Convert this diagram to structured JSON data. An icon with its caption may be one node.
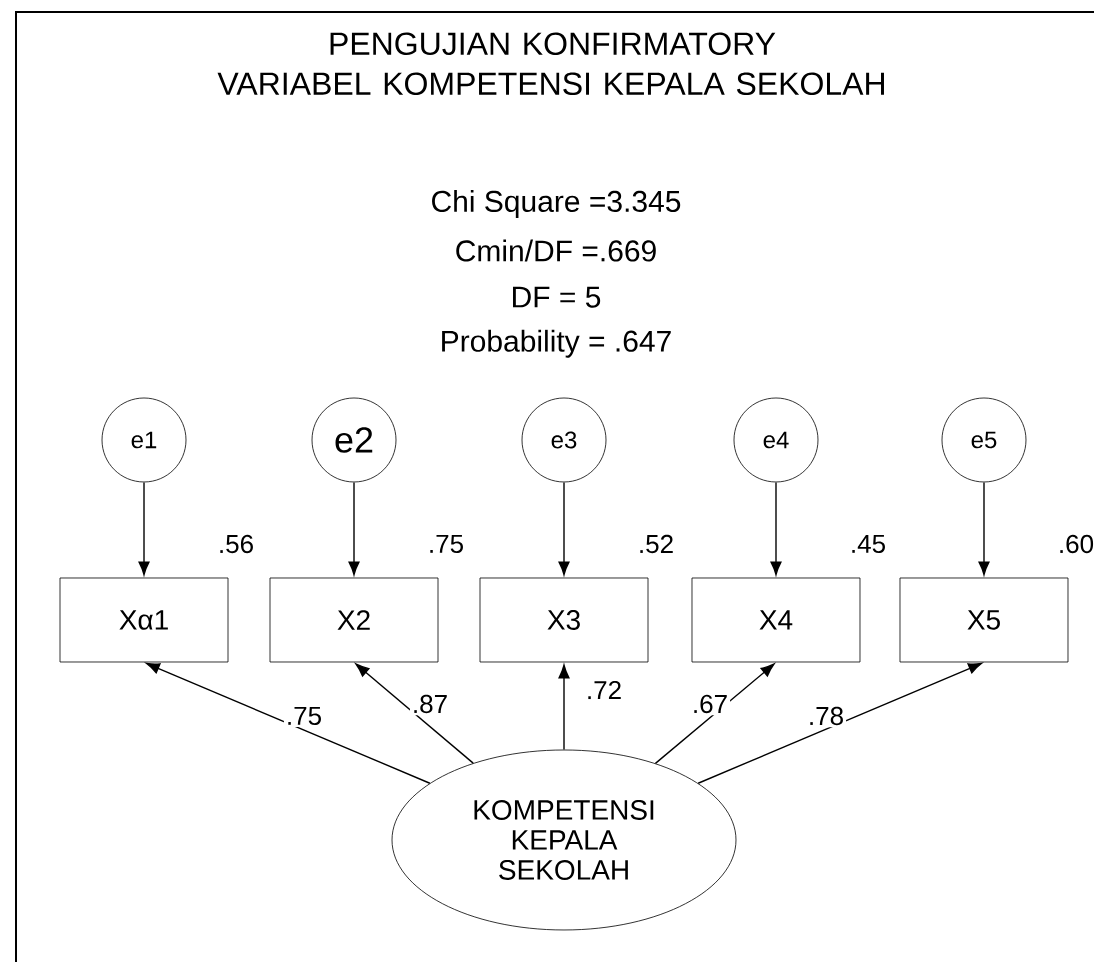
{
  "diagram": {
    "title": "PENGUJIAN KONFIRMATORY VARIABEL KOMPETENSI KEPALA SEKOLAH",
    "nodes": [
      {
        "text": [
          "e1"
        ]
      },
      {
        "text": [
          "e2"
        ]
      },
      {
        "text": [
          "e3"
        ]
      },
      {
        "text": [
          "e4"
        ]
      },
      {
        "text": [
          "e5"
        ]
      },
      {
        "text": [
          "Xα1"
        ],
        "beside": [
          ".56"
        ]
      },
      {
        "text": [
          "X2"
        ],
        "beside": [
          ".75"
        ]
      },
      {
        "text": [
          "X3"
        ],
        "beside": [
          ".52"
        ]
      },
      {
        "text": [
          "X4"
        ],
        "beside": [
          ".45"
        ]
      },
      {
        "text": [
          "X5"
        ],
        "beside": [
          ".60"
        ]
      },
      {
        "text": [
          "KOMPETENSI KEPALA SEKOLAH"
        ]
      }
    ],
    "edges": [
      {
        "from": 0,
        "to": 5,
        "arrow": "to"
      },
      {
        "from": 1,
        "to": 6,
        "arrow": "to"
      },
      {
        "from": 2,
        "to": 7,
        "arrow": "to"
      },
      {
        "from": 3,
        "to": 8,
        "arrow": "to"
      },
      {
        "from": 4,
        "to": 9,
        "arrow": "to"
      },
      {
        "from": 10,
        "to": 5,
        "arrow": "to",
        "label": ".75"
      },
      {
        "from": 10,
        "to": 6,
        "arrow": "to",
        "label": ".87"
      },
      {
        "from": 10,
        "to": 7,
        "arrow": "to",
        "label": ".72"
      },
      {
        "from": 10,
        "to": 8,
        "arrow": "to",
        "label": ".67"
      },
      {
        "from": 10,
        "to": 9,
        "arrow": "to",
        "label": ".78"
      }
    ],
    "labels": [
      "Chi Square =3.345",
      "Cmin/DF =.669",
      "DF = 5",
      "Probability = .647"
    ]
  }
}
